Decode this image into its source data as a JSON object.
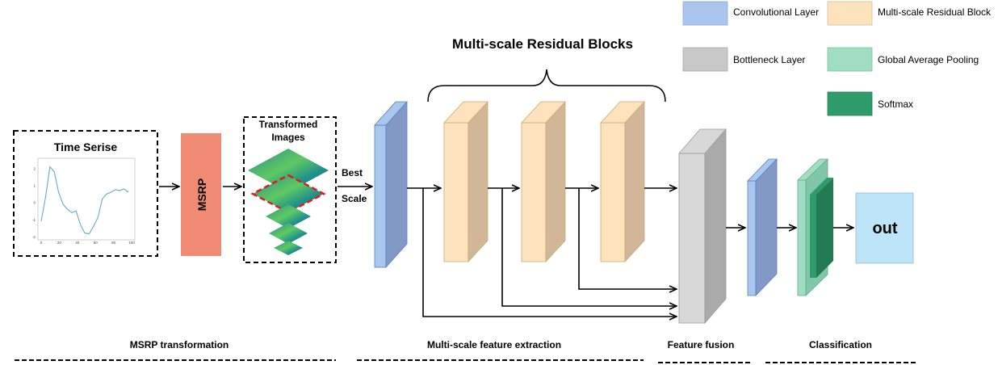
{
  "title": "Multi-scale Residual Blocks",
  "time_series": {
    "title": "Time Serise",
    "y_ticks": [
      "2",
      "1",
      "0",
      "-1",
      "-2"
    ],
    "x_ticks": [
      "0",
      "20",
      "40",
      "60",
      "80",
      "100"
    ],
    "values": [
      -1.1,
      0.3,
      2.1,
      1.8,
      0.6,
      -0.1,
      -0.4,
      -0.6,
      -0.5,
      -1.3,
      -1.8,
      -1.85,
      -1.4,
      -0.9,
      0.2,
      0.5,
      0.6,
      0.75,
      0.7,
      0.8,
      0.6
    ]
  },
  "msrp_label": "MSRP",
  "transformed_images": {
    "line1": "Transformed",
    "line2": "Images"
  },
  "best_scale": {
    "line1": "Best",
    "line2": "Scale"
  },
  "out_label": "out",
  "legend": {
    "conv": "Convolutional Layer",
    "msrb": "Multi-scale Residual Block",
    "bottleneck": "Bottleneck Layer",
    "gap": "Global Average Pooling",
    "softmax": "Softmax"
  },
  "sections": {
    "msrp": "MSRP transformation",
    "extraction": "Multi-scale feature extraction",
    "fusion": "Feature fusion",
    "classification": "Classification"
  },
  "colors": {
    "conv_front": "#a9c6ee",
    "conv_side": "#8199c4",
    "msrb_front": "#fde3bb",
    "msrb_side": "#d1b698",
    "bottleneck_front": "#d8d8d8",
    "bottleneck_side": "#aaaaaa",
    "gap": "#9fdec3",
    "softmax": "#2f9a6a",
    "msrp_box": "#f08a72",
    "out_box": "#bde4f7"
  }
}
